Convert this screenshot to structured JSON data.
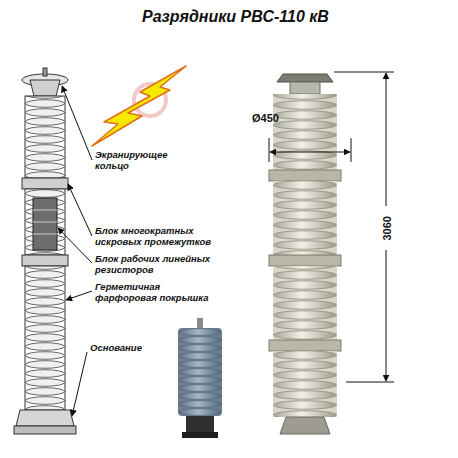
{
  "diagram": {
    "title": "Разрядники РВС-110 кВ",
    "labels": [
      "Экранирующее кольцо",
      "Блок многократных искровых промежутков",
      "Блок рабочих линейных резисторов",
      "Герметичная фарфоровая покрышка",
      "Основание",
      "Ø450",
      "3060"
    ]
  }
}
